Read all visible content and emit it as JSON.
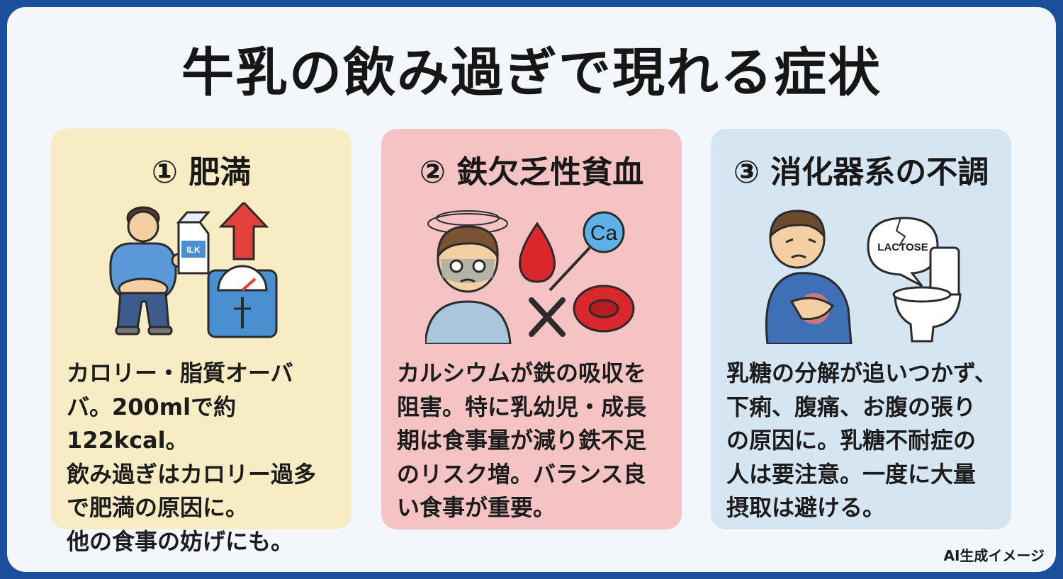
{
  "title": "牛乳の飲み過ぎで現れる症状",
  "cards": [
    {
      "heading": "① 肥満",
      "body": "カロリー・脂質オーバ\nバ。200mlで約122kcal。\n飲み過ぎはカロリー過多\nで肥満の原因に。\n他の食事の妨げにも。",
      "milk_label": "ILK"
    },
    {
      "heading": "② 鉄欠乏性貧血",
      "body": "カルシウムが鉄の吸収を\n阻害。特に乳幼児・成長\n期は食事量が減り鉄不足\nのリスク増。バランス良\nい食事が重要。",
      "ca_label": "Ca"
    },
    {
      "heading": "③ 消化器系の不調",
      "body": "乳糖の分解が追いつかず、\n下痢、腹痛、お腹の張り\nの原因に。乳糖不耐症の\n人は要注意。一度に大量\n摂取は避ける。",
      "bubble_label": "LACTOSE"
    }
  ],
  "credit": "AI生成イメージ",
  "colors": {
    "frame": "#1b4f9c",
    "background": "#f3f7fb",
    "card_1": "#f8ecc4",
    "card_2": "#f5c3c3",
    "card_3": "#d5e6f2",
    "arrow_red": "#e5413c",
    "scale_blue": "#4a8fd0"
  }
}
